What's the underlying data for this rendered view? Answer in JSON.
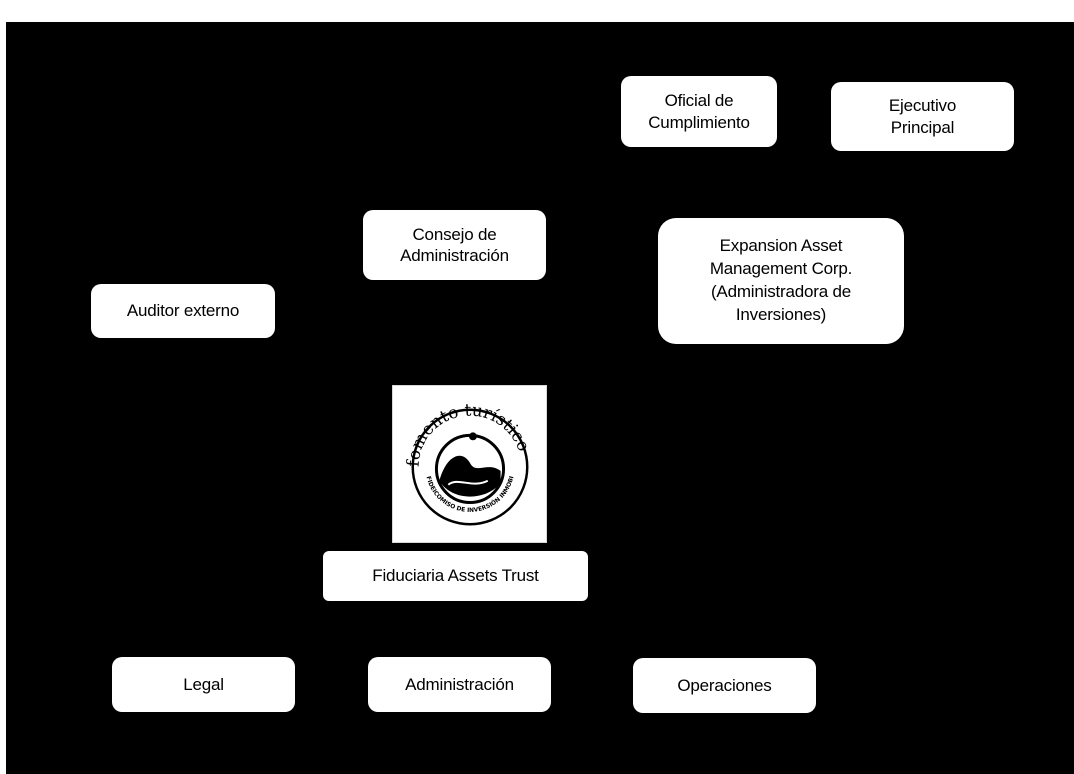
{
  "colors": {
    "background": "#000000",
    "node_fill": "#ffffff",
    "text": "#000000"
  },
  "nodes": {
    "oficial": "Oficial de\nCumplimiento",
    "ejecutivo": "Ejecutivo\nPrincipal",
    "consejo": "Consejo de\nAdministración",
    "expansion": "Expansion Asset\nManagement Corp.\n(Administradora de\nInversiones)",
    "auditor": "Auditor externo",
    "fiduciaria": "Fiduciaria Assets Trust",
    "legal": "Legal",
    "administracion": "Administración",
    "operaciones": "Operaciones"
  },
  "logo": {
    "icon": "fomento-turistico-seal",
    "top_text": "fomento turístico",
    "ring_text": "FIDEICOMISO DE INVERSIÓN INMOBILIARIA"
  }
}
